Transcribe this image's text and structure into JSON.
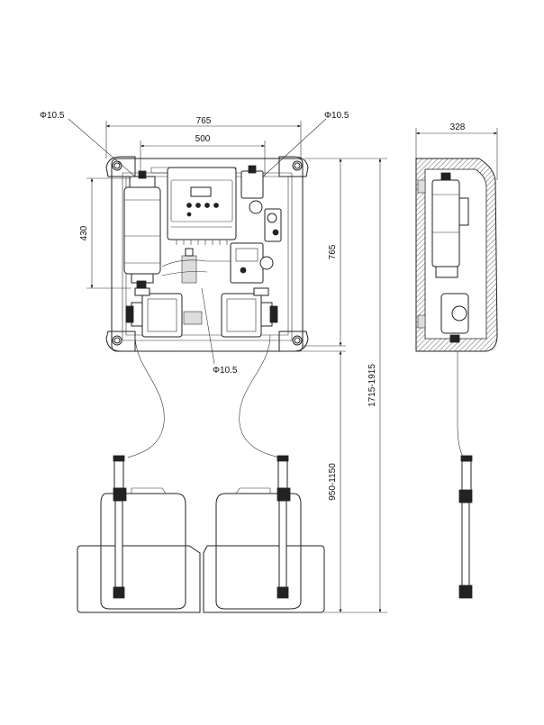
{
  "drawing": {
    "dimensions": {
      "total_width": "765",
      "bracket_spacing": "500",
      "panel_height_upper": "430",
      "panel_height_right": "765",
      "mount_height_range": "950-1150",
      "total_height_range": "1715-1915",
      "depth": "328"
    },
    "diameters": {
      "hole_top_left": "Φ10.5",
      "hole_top_right": "Φ10.5",
      "hole_bottom": "Φ10.5"
    }
  }
}
